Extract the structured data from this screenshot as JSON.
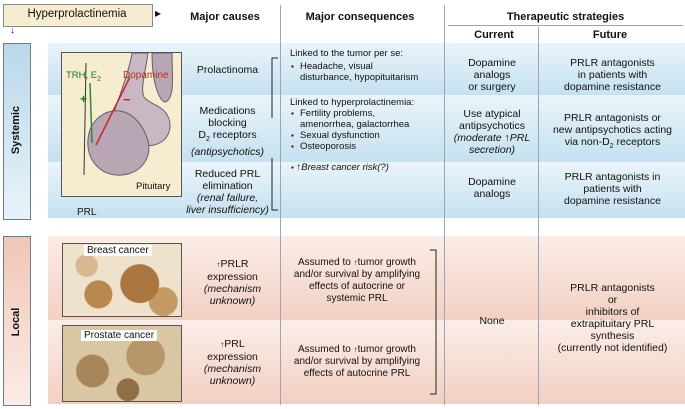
{
  "title": "Hyperprolactinemia",
  "headers": {
    "causes": "Major causes",
    "consequences": "Major consequences",
    "strategies": "Therapeutic strategies",
    "current": "Current",
    "future": "Future"
  },
  "sides": {
    "systemic": "Systemic",
    "local": "Local"
  },
  "diagram": {
    "trh": "TRH, E",
    "trh_sub": "2",
    "dopamine": "Dopamine",
    "plus": "+",
    "minus": "−",
    "pituitary": "Pituitary",
    "prl": "PRL"
  },
  "systemic_rows": [
    {
      "cause": [
        "Prolactinoma"
      ],
      "current": [
        "Dopamine",
        "analogs",
        "or surgery"
      ],
      "future": [
        "PRLR antagonists",
        "in patients with",
        "dopamine resistance"
      ]
    },
    {
      "cause": [
        "Medications",
        "blocking",
        "D",
        "2",
        " receptors",
        "(antipsychotics)"
      ],
      "current": [
        "Use atypical",
        "antipsychotics",
        "(moderate ",
        "↑",
        "PRL",
        "secretion)"
      ],
      "future": [
        "PRLR antagonists or",
        "new antipsychotics acting",
        "via non-D",
        "2",
        " receptors"
      ]
    },
    {
      "cause": [
        "Reduced PRL",
        "elimination",
        "(renal failure,",
        "liver insufficiency)"
      ],
      "current": [
        "Dopamine",
        "analogs"
      ],
      "future": [
        "PRLR antagonists in",
        "patients with",
        "dopamine resistance"
      ]
    }
  ],
  "consequences": {
    "tumor_intro": "Linked to the tumor per se:",
    "tumor_items": [
      "Headache, visual",
      "disturbance, hypopituitarism"
    ],
    "hyper_intro": "Linked to hyperprolactinemia:",
    "hyper_items": [
      "Fertility problems,",
      "amenorrhea, galactorrhea",
      "Sexual dysfunction",
      "Osteoporosis"
    ],
    "cancer_risk_arrow": "↑",
    "cancer_risk": "Breast cancer risk(?)"
  },
  "local_rows": [
    {
      "photo_label": "Breast cancer",
      "cause": [
        "↑",
        "PRLR",
        "expression",
        "(mechanism",
        "unknown)"
      ],
      "consequence": [
        "Assumed to ",
        "↑",
        "tumor growth",
        "and/or survival by amplifying",
        "effects of autocrine or",
        "systemic PRL"
      ]
    },
    {
      "photo_label": "Prostate cancer",
      "cause": [
        "↑",
        "PRL",
        "expression",
        "(mechanism",
        "unknown)"
      ],
      "consequence": [
        "Assumed to ",
        "↑",
        "tumor growth",
        "and/or survival by amplifying",
        "effects of autocrine PRL"
      ]
    }
  ],
  "local_current": "None",
  "local_future": [
    "PRLR antagonists",
    "or",
    "inhibitors of",
    "extrapituitary PRL",
    "synthesis",
    "(currently not identified)"
  ],
  "colors": {
    "systemic": "#cfe6f2",
    "local": "#f6ddd3",
    "title_box": "#f6ecd0"
  }
}
